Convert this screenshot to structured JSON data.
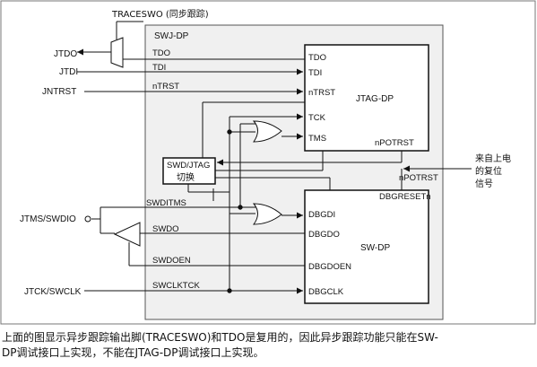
{
  "diagram": {
    "top_label": "TRACESWO (同步跟踪)",
    "swj_dp_label": "SWJ-DP",
    "jtag_dp_label": "JTAG-DP",
    "sw_dp_label": "SW-DP",
    "switch_label_line1": "SWD/JTAG",
    "switch_label_line2": "切换",
    "dbgresetn_label": "DBGRESETn",
    "npotrst_internal": "nPOTRST",
    "npotrst_external": "nPOTRST",
    "reset_source_line1": "来自上电",
    "reset_source_line2": "的复位",
    "reset_source_line3": "信号",
    "pins": {
      "jtdo": "JTDO",
      "jtdi": "JTDI",
      "jntrst": "JNTRST",
      "jtms_swdio": "JTMS/SWDIO",
      "jtck_swclk": "JTCK/SWCLK"
    },
    "signals": {
      "tdo": "TDO",
      "tdi": "TDI",
      "ntrst": "nTRST",
      "swditms": "SWDITMS",
      "swdo": "SWDO",
      "swdoen": "SWDOEN",
      "swclktck": "SWCLKTCK"
    },
    "jtag_ports": {
      "tdo": "TDO",
      "tdi": "TDI",
      "ntrst": "nTRST",
      "tck": "TCK",
      "tms": "TMS"
    },
    "sw_ports": {
      "dbgdi": "DBGDI",
      "dbgdo": "DBGDO",
      "dbgdoen": "DBGDOEN",
      "dbgclk": "DBGCLK"
    }
  },
  "caption": {
    "line1": "上面的图显示异步跟踪输出脚(TRACESWO)和TDO是复用的，因此异步跟踪功能只能在SW-",
    "line2": "DP调试接口上实现，不能在JTAG-DP调试接口上实现。"
  }
}
